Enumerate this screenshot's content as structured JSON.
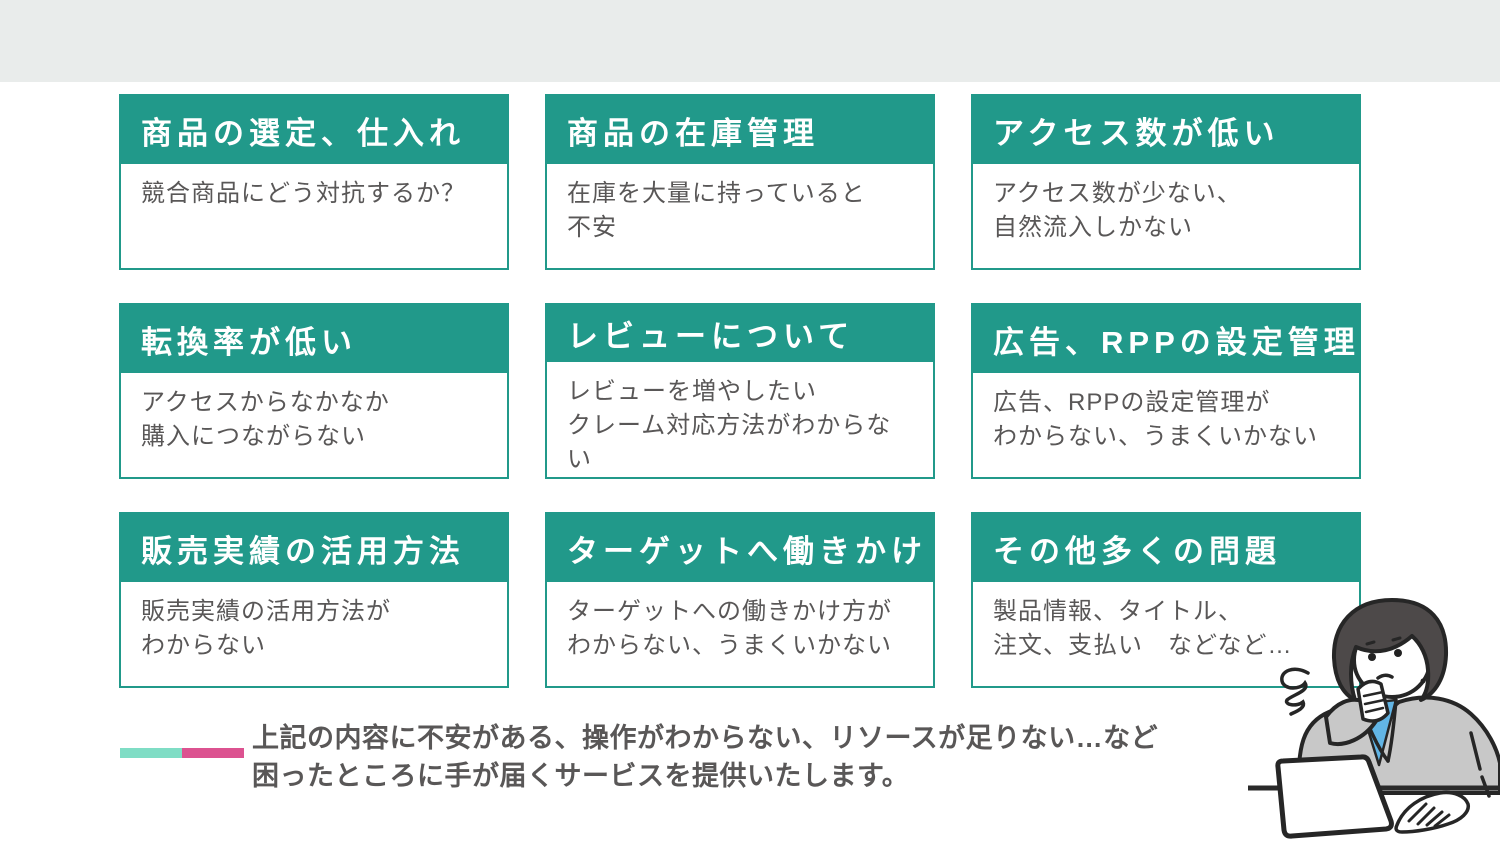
{
  "theme": {
    "teal": "#21998a",
    "top_strip": "#e9eceb",
    "body_text": "#595757",
    "accent_mint": "#7fddc5",
    "accent_pink": "#dc5290",
    "illustration_outline": "#262626",
    "illustration_jacket_gray": "#c8c8c8",
    "illustration_hair_gray": "#4d4949",
    "illustration_shirt_blue": "#62b5e5"
  },
  "cards": [
    {
      "title": "商品の選定、仕入れ",
      "body": "競合商品にどう対抗するか？"
    },
    {
      "title": "商品の在庫管理",
      "body": "在庫を大量に持っていると\n不安"
    },
    {
      "title": "アクセス数が低い",
      "body": "アクセス数が少ない、\n自然流入しかない"
    },
    {
      "title": "転換率が低い",
      "body": "アクセスからなかなか\n購入につながらない"
    },
    {
      "title": "レビューについて",
      "body": "レビューを増やしたい\nクレーム対応方法がわからない"
    },
    {
      "title": "広告、RPPの設定管理",
      "body": "広告、RPPの設定管理が\nわからない、うまくいかない"
    },
    {
      "title": "販売実績の活用方法",
      "body": "販売実績の活用方法が\nわからない"
    },
    {
      "title": "ターゲットへ働きかけ",
      "body": "ターゲットへの働きかけ方が\nわからない、うまくいかない"
    },
    {
      "title": "その他多くの問題",
      "body": "製品情報、タイトル、\n注文、支払い　などなど…"
    }
  ],
  "footer": {
    "text": "上記の内容に不安がある、操作がわからない、リソースが足りない…など\n困ったところに手が届くサービスを提供いたします。"
  }
}
